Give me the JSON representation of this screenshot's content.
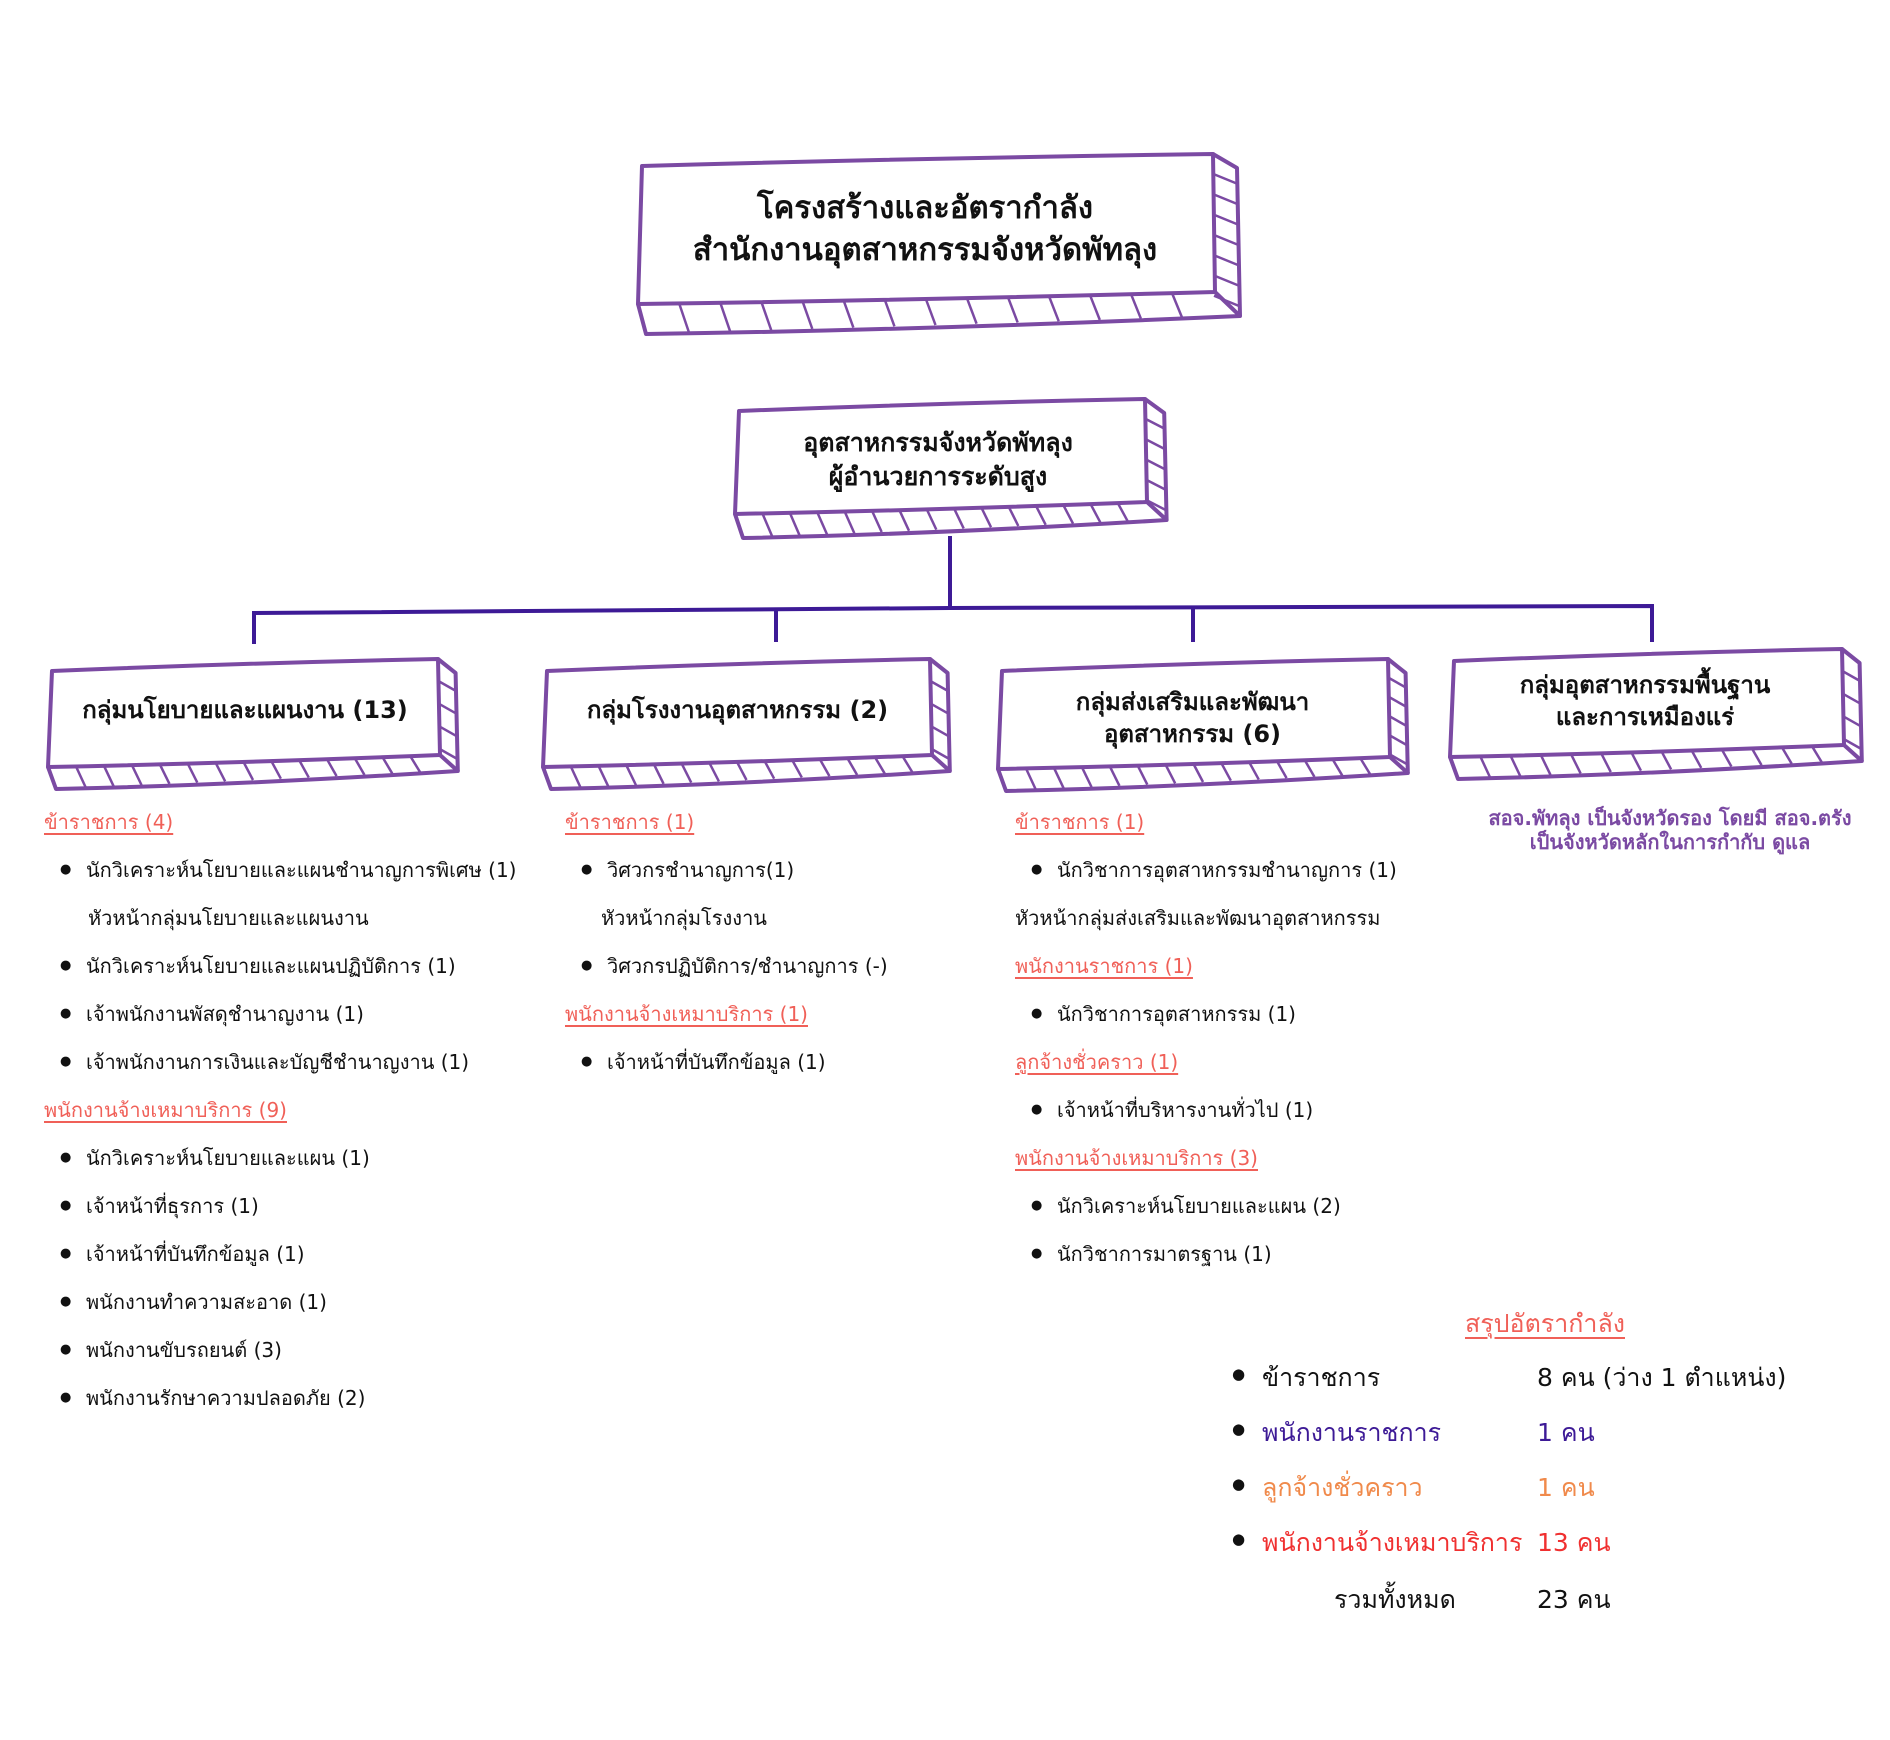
{
  "title": {
    "line1": "โครงสร้างและอัตรากำลัง",
    "line2": "สำนักงานอุตสาหกรรมจังหวัดพัทลุง"
  },
  "head": {
    "line1": "อุตสาหกรรมจังหวัดพัทลุง",
    "line2": "ผู้อำนวยการระดับสูง"
  },
  "colors": {
    "frame": "#7b4aa3",
    "connector": "#3d1a96",
    "category": "#f06058",
    "note": "#7b4aa3",
    "gov_employee": "#3d1a96",
    "temp_worker": "#f08a4b",
    "contract_worker": "#f03030"
  },
  "groups": [
    {
      "name": "กลุ่มนโยบายและแผนงาน (13)",
      "name2": "",
      "entries": [
        {
          "type": "category",
          "text": "ข้าราชการ (4)"
        },
        {
          "type": "item",
          "text": "นักวิเคราะห์นโยบายและแผนชำนาญการพิเศษ (1)"
        },
        {
          "type": "note",
          "text": "หัวหน้ากลุ่มนโยบายและแผนงาน"
        },
        {
          "type": "item",
          "text": "นักวิเคราะห์นโยบายและแผนปฏิบัติการ (1)"
        },
        {
          "type": "item",
          "text": "เจ้าพนักงานพัสดุชำนาญงาน (1)"
        },
        {
          "type": "item",
          "text": "เจ้าพนักงานการเงินและบัญชีชำนาญงาน (1)"
        },
        {
          "type": "category",
          "text": "พนักงานจ้างเหมาบริการ (9)"
        },
        {
          "type": "item",
          "text": "นักวิเคราะห์นโยบายและแผน (1)"
        },
        {
          "type": "item",
          "text": "เจ้าหน้าที่ธุรการ (1)"
        },
        {
          "type": "item",
          "text": "เจ้าหน้าที่บันทึกข้อมูล (1)"
        },
        {
          "type": "item",
          "text": "พนักงานทำความสะอาด (1)"
        },
        {
          "type": "item",
          "text": "พนักงานขับรถยนต์ (3)"
        },
        {
          "type": "item",
          "text": "พนักงานรักษาความปลอดภัย (2)"
        }
      ]
    },
    {
      "name": "กลุ่มโรงงานอุตสาหกรรม (2)",
      "name2": "",
      "entries": [
        {
          "type": "category",
          "text": "ข้าราชการ (1)"
        },
        {
          "type": "item",
          "text": "วิศวกรชำนาญการ(1)"
        },
        {
          "type": "note",
          "text": "หัวหน้ากลุ่มโรงงาน"
        },
        {
          "type": "item",
          "text": "วิศวกรปฏิบัติการ/ชำนาญการ (-)"
        },
        {
          "type": "category",
          "text": "พนักงานจ้างเหมาบริการ (1)"
        },
        {
          "type": "item",
          "text": "เจ้าหน้าที่บันทึกข้อมูล (1)"
        }
      ]
    },
    {
      "name": "กลุ่มส่งเสริมและพัฒนา",
      "name2": "อุตสาหกรรม (6)",
      "entries": [
        {
          "type": "category",
          "text": "ข้าราชการ (1)"
        },
        {
          "type": "item",
          "text": "นักวิชาการอุตสาหกรรมชำนาญการ (1)"
        },
        {
          "type": "note",
          "text": "หัวหน้ากลุ่มส่งเสริมและพัฒนาอุตสาหกรรม"
        },
        {
          "type": "category",
          "text": "พนักงานราชการ (1)"
        },
        {
          "type": "item",
          "text": "นักวิชาการอุตสาหกรรม (1)"
        },
        {
          "type": "category",
          "text": "ลูกจ้างชั่วคราว (1)"
        },
        {
          "type": "item",
          "text": "เจ้าหน้าที่บริหารงานทั่วไป (1)"
        },
        {
          "type": "category",
          "text": "พนักงานจ้างเหมาบริการ (3)"
        },
        {
          "type": "item",
          "text": "นักวิเคราะห์นโยบายและแผน (2)"
        },
        {
          "type": "item",
          "text": "นักวิชาการมาตรฐาน (1)"
        }
      ]
    },
    {
      "name": "กลุ่มอุตสาหกรรมพื้นฐาน",
      "name2": "และการเหมืองแร่",
      "note_line1": "สอจ.พัทลุง เป็นจังหวัดรอง โดยมี สอจ.ตรัง",
      "note_line2": "เป็นจังหวัดหลักในการกำกับ ดูแล"
    }
  ],
  "summary": {
    "title": "สรุปอัตรากำลัง",
    "rows": [
      {
        "label": "ข้าราชการ",
        "value": "8 คน (ว่าง 1 ตำแหน่ง)",
        "color": "#111111"
      },
      {
        "label": "พนักงานราชการ",
        "value": "1 คน",
        "color": "#3d1a96"
      },
      {
        "label": "ลูกจ้างชั่วคราว",
        "value": "1 คน",
        "color": "#f08a4b"
      },
      {
        "label": "พนักงานจ้างเหมาบริการ",
        "value": "13 คน",
        "color": "#f03030"
      }
    ],
    "total_label": "รวมทั้งหมด",
    "total_value": "23 คน"
  }
}
